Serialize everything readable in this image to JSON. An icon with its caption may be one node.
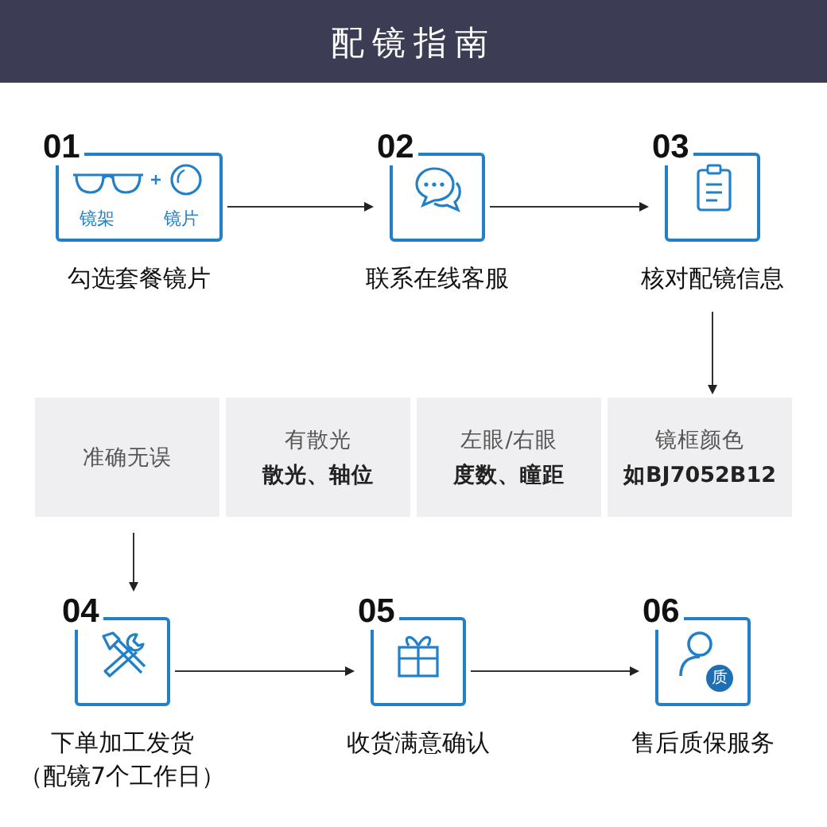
{
  "diagram": {
    "title": "配镜指南",
    "nodes": [
      {
        "text": [
          "01",
          "镜架",
          "镜片"
        ],
        "beside": [
          "勾选套餐镜片"
        ]
      },
      {
        "text": [
          "02"
        ],
        "beside": [
          "联系在线客服"
        ]
      },
      {
        "text": [
          "03"
        ],
        "beside": [
          "核对配镜信息"
        ]
      },
      {
        "text": [
          "准确无误"
        ]
      },
      {
        "text": [
          "有散光",
          "散光、轴位"
        ]
      },
      {
        "text": [
          "左眼/右眼",
          "度数、瞳距"
        ]
      },
      {
        "text": [
          "镜框颜色",
          "如BJ7052B12"
        ]
      },
      {
        "text": [
          "04"
        ],
        "beside": [
          "下单加工发货",
          "（配镜7个工作日）"
        ]
      },
      {
        "text": [
          "05"
        ],
        "beside": [
          "收货满意确认"
        ]
      },
      {
        "text": [
          "06",
          "质"
        ],
        "beside": [
          "售后质保服务"
        ]
      }
    ],
    "edges": [
      {
        "from": 0,
        "to": 1,
        "arrow": "to"
      },
      {
        "from": 1,
        "to": 2,
        "arrow": "to"
      },
      {
        "from": 2,
        "to": 6,
        "arrow": "to"
      },
      {
        "from": 3,
        "to": 7,
        "arrow": "to"
      },
      {
        "from": 7,
        "to": 8,
        "arrow": "to"
      },
      {
        "from": 8,
        "to": 9,
        "arrow": "to"
      }
    ]
  }
}
